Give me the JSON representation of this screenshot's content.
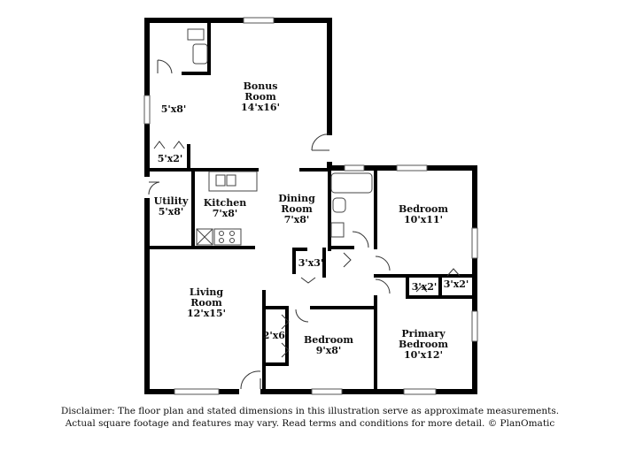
{
  "rooms": {
    "bonus": {
      "name_line1": "Bonus",
      "name_line2": "Room",
      "dims": "14'x16'"
    },
    "closet_5x8": {
      "dims": "5'x8'"
    },
    "closet_5x2": {
      "dims": "5'x2'"
    },
    "utility": {
      "name": "Utility",
      "dims": "5'x8'"
    },
    "kitchen": {
      "name": "Kitchen",
      "dims": "7'x8'"
    },
    "dining": {
      "name_line1": "Dining",
      "name_line2": "Room",
      "dims": "7'x8'"
    },
    "bedroom_ne": {
      "name": "Bedroom",
      "dims": "10'x11'"
    },
    "closet_3x3": {
      "dims": "3'x3'"
    },
    "closet_3x2_a": {
      "dims": "3'x2'"
    },
    "closet_3x2_b": {
      "dims": "3'x2'"
    },
    "living": {
      "name_line1": "Living",
      "name_line2": "Room",
      "dims": "12'x15'"
    },
    "closet_2x6": {
      "dims": "2'x6'"
    },
    "bedroom_s": {
      "name": "Bedroom",
      "dims": "9'x8'"
    },
    "primary": {
      "name_line1": "Primary",
      "name_line2": "Bedroom",
      "dims": "10'x12'"
    }
  },
  "disclaimer": {
    "line1": "Disclaimer: The floor plan and stated dimensions in this illustration serve as approximate measurements.",
    "line2": "Actual square footage and features may vary. Read terms and conditions for more detail. © PlanOmatic"
  }
}
